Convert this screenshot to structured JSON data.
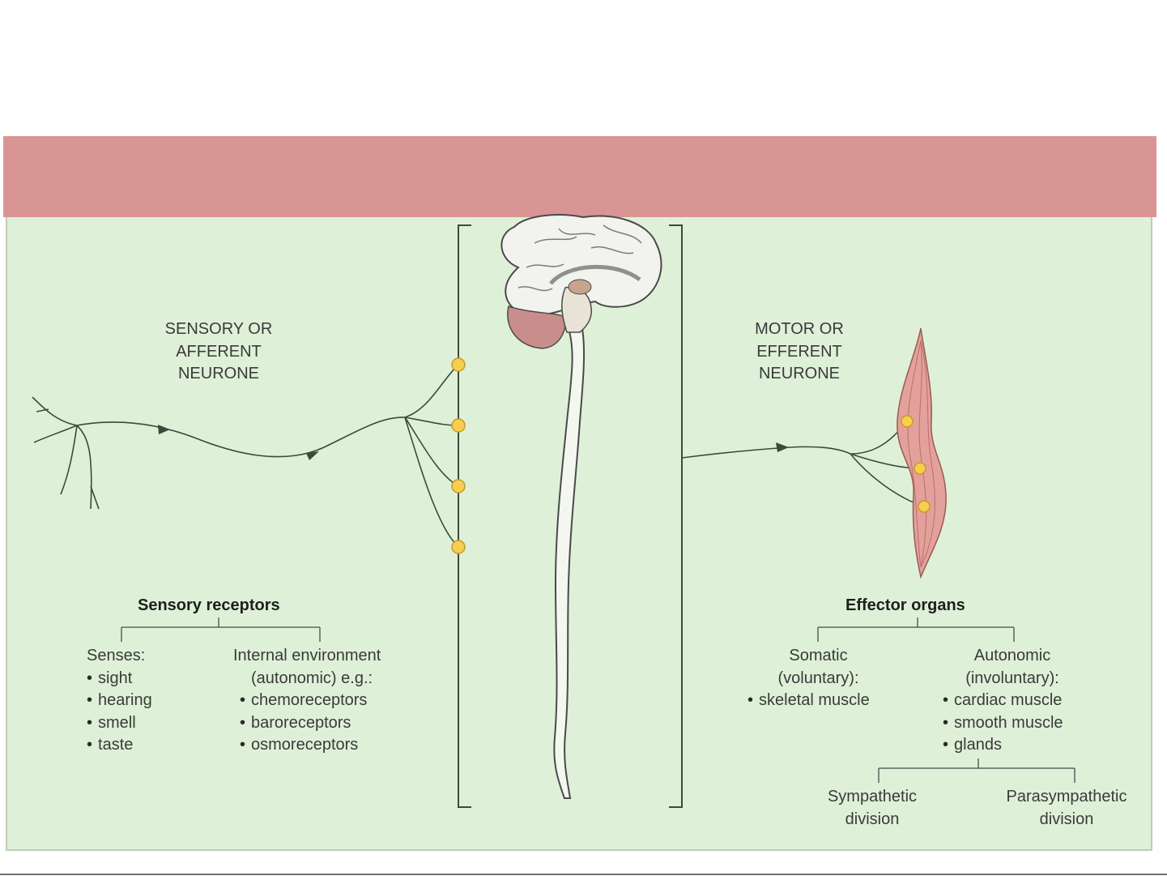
{
  "colors": {
    "background": "#ffffff",
    "panel": "#dff0d8",
    "header_band": "#d99593",
    "nerve": "#3b4a3b",
    "synapse": "#f6cf4e",
    "muscle": "#e4a09b",
    "spinal_cord": "#f4f6f0"
  },
  "afferent": {
    "line1": "SENSORY OR",
    "line2": "AFFERENT",
    "line3": "NEURONE"
  },
  "efferent": {
    "line1": "MOTOR OR",
    "line2": "EFFERENT",
    "line3": "NEURONE"
  },
  "sensory_receptors": {
    "title": "Sensory receptors",
    "senses": {
      "heading": "Senses:",
      "items": [
        "sight",
        "hearing",
        "smell",
        "taste"
      ]
    },
    "internal": {
      "heading1": "Internal environment",
      "heading2": "(autonomic) e.g.:",
      "items": [
        "chemoreceptors",
        "baroreceptors",
        "osmoreceptors"
      ]
    }
  },
  "effector_organs": {
    "title": "Effector organs",
    "somatic": {
      "heading1": "Somatic",
      "heading2": "(voluntary):",
      "items": [
        "skeletal muscle"
      ]
    },
    "autonomic": {
      "heading1": "Autonomic",
      "heading2": "(involuntary):",
      "items": [
        "cardiac muscle",
        "smooth muscle",
        "glands"
      ]
    },
    "sympathetic": {
      "line1": "Sympathetic",
      "line2": "division"
    },
    "parasympathetic": {
      "line1": "Parasympathetic",
      "line2": "division"
    }
  }
}
